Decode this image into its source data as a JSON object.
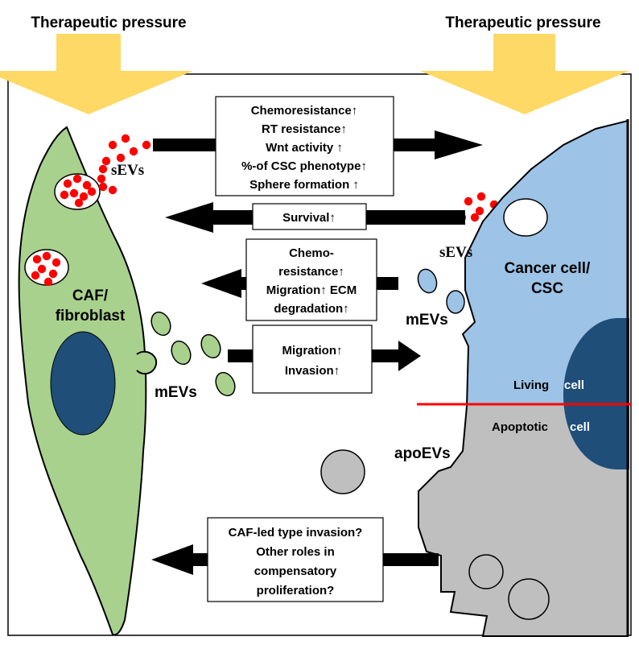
{
  "titles": {
    "left": "Therapeutic pressure",
    "right": "Therapeutic pressure"
  },
  "cells": {
    "caf": [
      "CAF/",
      "fibroblast"
    ],
    "cancer": [
      "Cancer cell/",
      "CSC"
    ],
    "living_prefix": "Living",
    "living_suffix": "cell",
    "apoptotic_prefix": "Apoptotic",
    "apoptotic_suffix": "cell"
  },
  "vesicles": {
    "sevs_left": "sEVs",
    "sevs_right": "sEVs",
    "mevs_left": "mEVs",
    "mevs_right": "mEVs",
    "apoevs": "apoEVs"
  },
  "boxes": {
    "box1": [
      "Chemoresistance↑",
      "RT resistance↑",
      "Wnt activity ↑",
      "%-of CSC phenotype↑",
      "Sphere formation ↑"
    ],
    "box2": [
      "Survival↑"
    ],
    "box3": [
      "Chemo-",
      "resistance↑",
      "Migration↑ ECM",
      "degradation↑"
    ],
    "box4": [
      "Migration↑",
      "Invasion↑"
    ],
    "box5": [
      "CAF-led type invasion?",
      "Other roles in",
      "compensatory",
      "proliferation?"
    ]
  },
  "colors": {
    "arrow_gold": "#FFD966",
    "caf_green": "#A9D18E",
    "cancer_blue": "#9DC3E6",
    "nucleus_navy": "#1F4E79",
    "apoptotic_gray": "#BFBFBF",
    "ev_red": "#FF0000",
    "divider_red": "#FF0000"
  }
}
